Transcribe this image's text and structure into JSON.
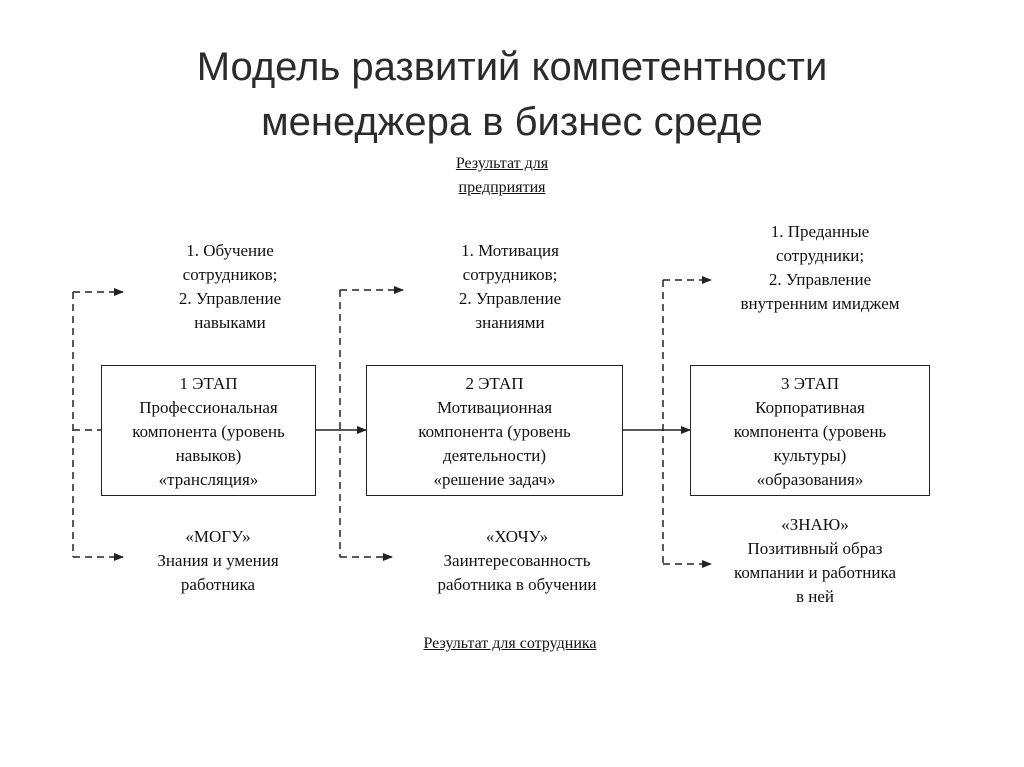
{
  "title": {
    "line1": "Модель развитий компетентности",
    "line2": "менеджера в бизнес среде"
  },
  "top_caption": {
    "line1": "Результат для",
    "line2": "предприятия"
  },
  "bottom_caption": "Результат для сотрудника",
  "stages": [
    {
      "title": "1 ЭТАП",
      "lines": [
        "Профессиональная",
        "компонента (уровень",
        "навыков)",
        "«трансляция»"
      ],
      "company_result": [
        "1. Обучение",
        "сотрудников;",
        "2. Управление",
        "навыками"
      ],
      "employee_result": [
        "«МОГУ»",
        "Знания и умения",
        "работника"
      ]
    },
    {
      "title": "2 ЭТАП",
      "lines": [
        "Мотивационная",
        "компонента (уровень",
        "деятельности)",
        "«решение задач»"
      ],
      "company_result": [
        "1. Мотивация",
        "сотрудников;",
        "2. Управление",
        "знаниями"
      ],
      "employee_result": [
        "«ХОЧУ»",
        "Заинтересованность",
        "работника  в обучении"
      ]
    },
    {
      "title": "3 ЭТАП",
      "lines": [
        "Корпоративная",
        "компонента (уровень",
        "культуры)",
        "«образования»"
      ],
      "company_result": [
        "1. Преданные",
        "сотрудники;",
        "2. Управление",
        "внутренним имиджем"
      ],
      "employee_result": [
        "«ЗНАЮ»",
        "Позитивный образ",
        "компании и работника",
        "в ней"
      ]
    }
  ]
}
